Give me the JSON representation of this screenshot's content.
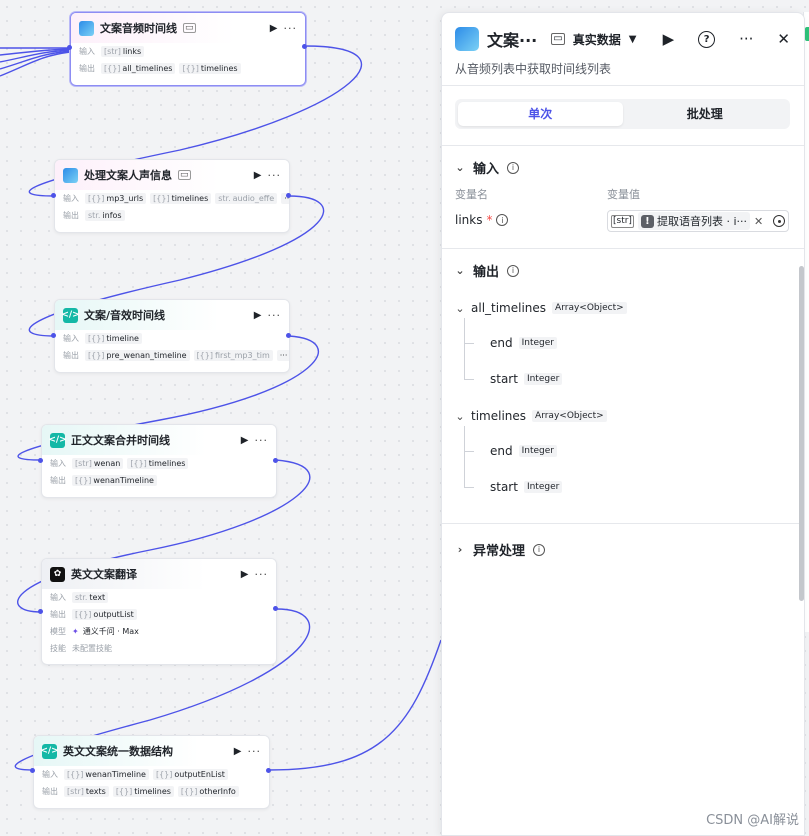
{
  "canvas": {
    "nodes": [
      {
        "id": "n1",
        "kind": "plugin",
        "title": "文案音频时间线",
        "selected": true,
        "rows": [
          {
            "label": "输入",
            "items": [
              {
                "t": "[str]",
                "name": "links"
              }
            ]
          },
          {
            "label": "输出",
            "items": [
              {
                "t": "[{}]",
                "name": "all_timelines"
              },
              {
                "t": "[{}]",
                "name": "timelines"
              }
            ]
          }
        ]
      },
      {
        "id": "n2",
        "kind": "plugin",
        "title": "处理文案人声信息",
        "rows": [
          {
            "label": "输入",
            "items": [
              {
                "t": "[{}]",
                "name": "mp3_urls"
              },
              {
                "t": "[{}]",
                "name": "timelines"
              },
              {
                "t": "str.",
                "name": "audio_effe",
                "fade": true
              },
              {
                "t": "",
                "name": "···"
              }
            ]
          },
          {
            "label": "输出",
            "items": [
              {
                "t": "str.",
                "name": "infos"
              }
            ]
          }
        ]
      },
      {
        "id": "n3",
        "kind": "code",
        "title": "文案/音效时间线",
        "rows": [
          {
            "label": "输入",
            "items": [
              {
                "t": "[{}]",
                "name": "timeline"
              }
            ]
          },
          {
            "label": "输出",
            "items": [
              {
                "t": "[{}]",
                "name": "pre_wenan_timeline"
              },
              {
                "t": "[{}]",
                "name": "first_mp3_tim",
                "fade": true
              },
              {
                "t": "",
                "name": "···"
              }
            ]
          }
        ]
      },
      {
        "id": "n4",
        "kind": "code",
        "title": "正文文案合并时间线",
        "rows": [
          {
            "label": "输入",
            "items": [
              {
                "t": "[str]",
                "name": "wenan"
              },
              {
                "t": "[{}]",
                "name": "timelines"
              }
            ]
          },
          {
            "label": "输出",
            "items": [
              {
                "t": "[{}]",
                "name": "wenanTimeline"
              }
            ]
          }
        ]
      },
      {
        "id": "n5",
        "kind": "llm",
        "title": "英文文案翻译",
        "rows": [
          {
            "label": "输入",
            "items": [
              {
                "t": "str.",
                "name": "text"
              }
            ]
          },
          {
            "label": "输出",
            "items": [
              {
                "t": "[{}]",
                "name": "outputList"
              }
            ]
          },
          {
            "label": "模型",
            "text": "通义千问 · Max",
            "model": true
          },
          {
            "label": "技能",
            "text": "未配置技能",
            "muted": true
          }
        ]
      },
      {
        "id": "n6",
        "kind": "code",
        "title": "英文文案统一数据结构",
        "rows": [
          {
            "label": "输入",
            "items": [
              {
                "t": "[{}]",
                "name": "wenanTimeline"
              },
              {
                "t": "[{}]",
                "name": "outputEnList"
              }
            ]
          },
          {
            "label": "输出",
            "items": [
              {
                "t": "[str]",
                "name": "texts"
              },
              {
                "t": "[{}]",
                "name": "timelines"
              },
              {
                "t": "[{}]",
                "name": "otherInfo"
              }
            ]
          }
        ]
      }
    ]
  },
  "panel": {
    "title": "文案···",
    "data_label": "真实数据",
    "description": "从音频列表中获取时间线列表",
    "tabs": [
      "单次",
      "批处理"
    ],
    "active_tab": "单次",
    "input_section": "输入",
    "col_name": "变量名",
    "col_value": "变量值",
    "input_var": {
      "name": "links",
      "type_badge": "[str]",
      "ref": "提取语音列表 · i···"
    },
    "output_section": "输出",
    "outputs": [
      {
        "name": "all_timelines",
        "type": "Array<Object>",
        "children": [
          {
            "name": "end",
            "type": "Integer"
          },
          {
            "name": "start",
            "type": "Integer"
          }
        ]
      },
      {
        "name": "timelines",
        "type": "Array<Object>",
        "children": [
          {
            "name": "end",
            "type": "Integer"
          },
          {
            "name": "start",
            "type": "Integer"
          }
        ]
      }
    ],
    "exception_section": "异常处理"
  },
  "watermark": "CSDN @AI解说",
  "colors": {
    "accent": "#4d53e8",
    "edge": "#4d53e8",
    "code_icon": "#14b8a6"
  }
}
